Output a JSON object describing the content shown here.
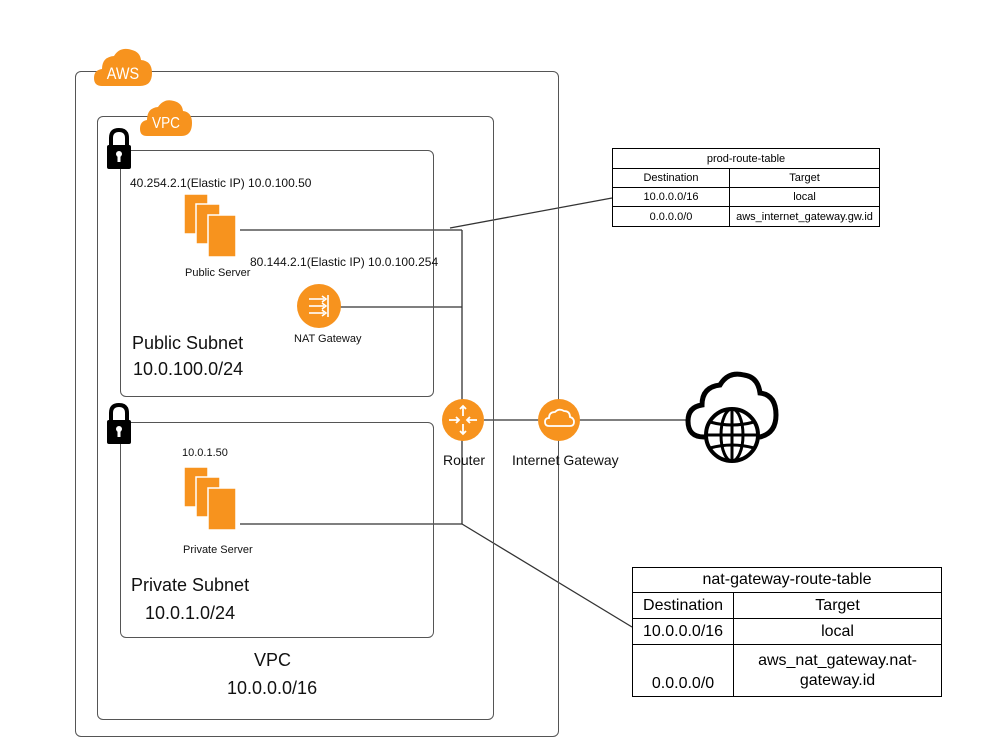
{
  "badges": {
    "aws": "AWS",
    "vpc": "VPC"
  },
  "public_subnet": {
    "name": "Public Subnet",
    "cidr": "10.0.100.0/24",
    "server_ip": "40.254.2.1(Elastic IP) 10.0.100.50",
    "server_label": "Public Server",
    "nat_ip": "80.144.2.1(Elastic IP) 10.0.100.254",
    "nat_label": "NAT Gateway"
  },
  "private_subnet": {
    "name": "Private Subnet",
    "cidr": "10.0.1.0/24",
    "server_ip": "10.0.1.50",
    "server_label": "Private Server"
  },
  "vpc": {
    "name": "VPC",
    "cidr": "10.0.0.0/16"
  },
  "router_label": "Router",
  "igw_label": "Internet Gateway",
  "colors": {
    "aws_orange": "#f7931e",
    "border": "#555555"
  },
  "icons": [
    "lock-icon",
    "server-stack-icon",
    "nat-gateway-icon",
    "router-icon",
    "internet-gateway-icon",
    "internet-globe-icon"
  ],
  "prod_route_table": {
    "title": "prod-route-table",
    "headers": [
      "Destination",
      "Target"
    ],
    "rows": [
      [
        "10.0.0.0/16",
        "local"
      ],
      [
        "0.0.0.0/0",
        "aws_internet_gateway.gw.id"
      ]
    ]
  },
  "nat_route_table": {
    "title": "nat-gateway-route-table",
    "headers": [
      "Destination",
      "Target"
    ],
    "rows": [
      [
        "10.0.0.0/16",
        "local"
      ],
      [
        "0.0.0.0/0",
        "aws_nat_gateway.nat-gateway.id"
      ]
    ]
  }
}
